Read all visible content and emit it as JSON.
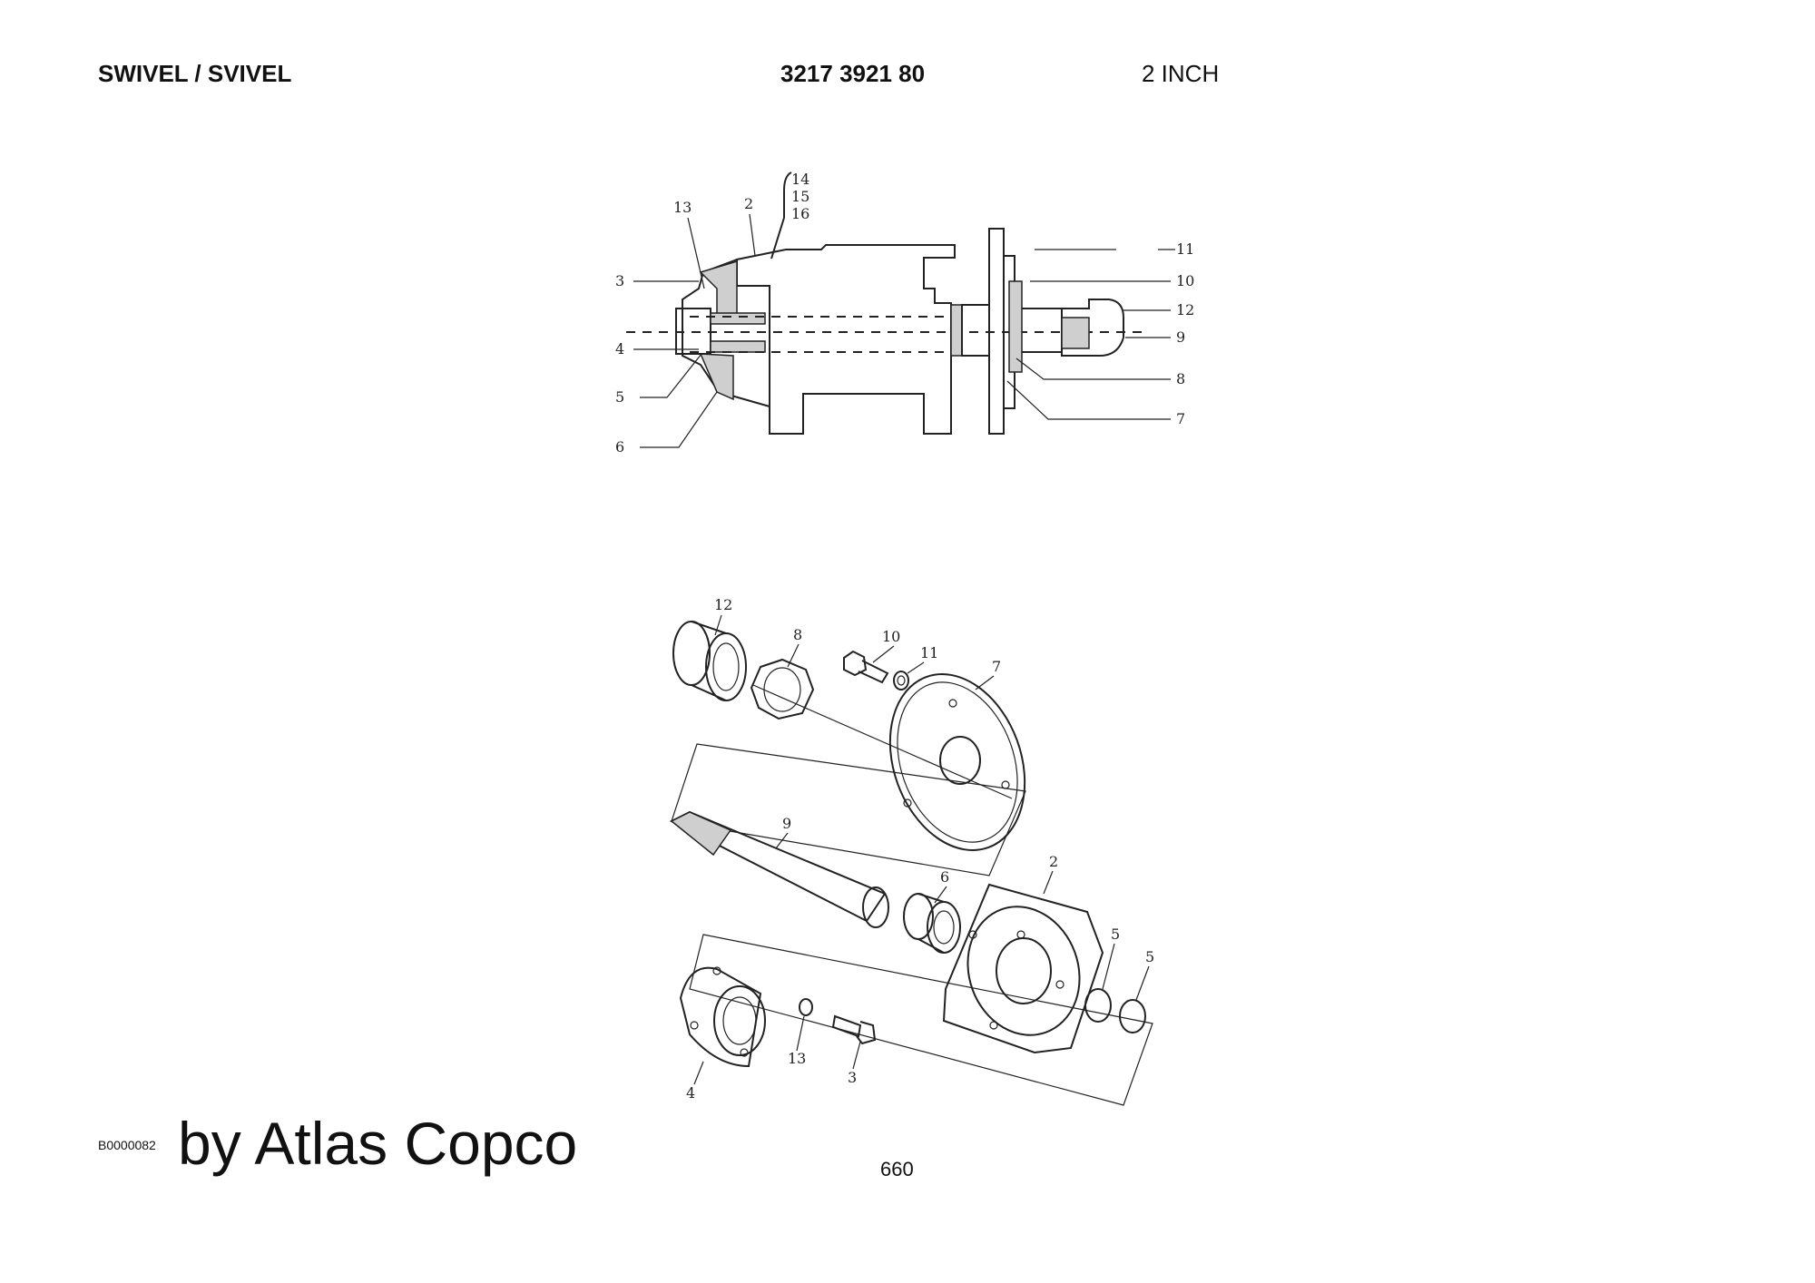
{
  "header": {
    "title": "SWIVEL / SVIVEL",
    "part_number": "3217 3921 80",
    "size": "2 INCH"
  },
  "section_view": {
    "labels": [
      "14",
      "15",
      "16",
      "13",
      "2",
      "3",
      "4",
      "5",
      "6",
      "11",
      "10",
      "12",
      "9",
      "8",
      "7"
    ]
  },
  "exploded_view": {
    "labels": [
      "12",
      "8",
      "10",
      "11",
      "7",
      "9",
      "6",
      "2",
      "5",
      "5",
      "13",
      "3",
      "4"
    ]
  },
  "footer": {
    "doc_code": "B0000082",
    "brand": "by Atlas Copco",
    "page": "660"
  }
}
